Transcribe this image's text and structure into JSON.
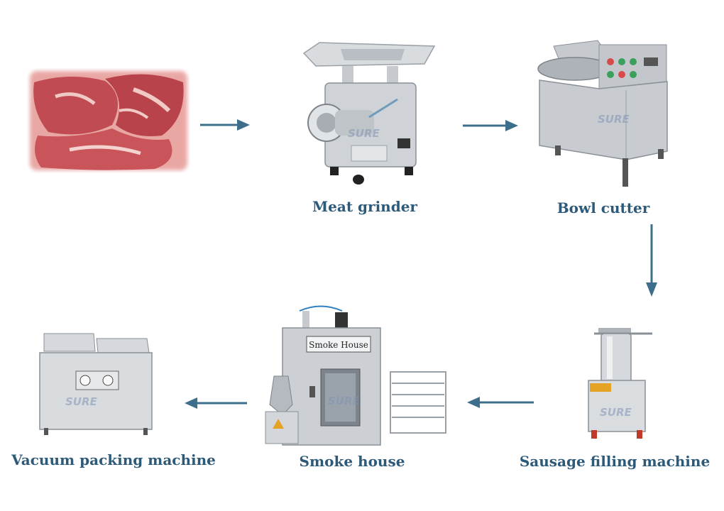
{
  "colors": {
    "label": "#2d5a78",
    "arrow": "#3d6e8c",
    "steel_light": "#dfe2e5",
    "steel_mid": "#b9bec4",
    "steel_dark": "#8a9097",
    "meat": "#c9545a",
    "meat_fat": "#f1c9c5"
  },
  "steps": [
    {
      "id": "raw-meat",
      "label": "",
      "icon": "raw-meat-image"
    },
    {
      "id": "meat-grinder",
      "label": "Meat grinder",
      "icon": "meat-grinder-icon",
      "watermark": "SURE"
    },
    {
      "id": "bowl-cutter",
      "label": "Bowl cutter",
      "icon": "bowl-cutter-icon",
      "watermark": "SURE"
    },
    {
      "id": "sausage-filling-machine",
      "label": "Sausage filling machine",
      "icon": "sausage-filler-icon",
      "watermark": "SURE"
    },
    {
      "id": "smoke-house",
      "label": "Smoke house",
      "icon": "smoke-house-icon",
      "sign": "Smoke  House",
      "watermark": "SURE"
    },
    {
      "id": "vacuum-packing-machine",
      "label": "Vacuum packing machine",
      "icon": "vacuum-packer-icon",
      "watermark": "SURE"
    }
  ],
  "edges": [
    {
      "from": "raw-meat",
      "to": "meat-grinder",
      "direction": "right"
    },
    {
      "from": "meat-grinder",
      "to": "bowl-cutter",
      "direction": "right"
    },
    {
      "from": "bowl-cutter",
      "to": "sausage-filling-machine",
      "direction": "down"
    },
    {
      "from": "sausage-filling-machine",
      "to": "smoke-house",
      "direction": "left"
    },
    {
      "from": "smoke-house",
      "to": "vacuum-packing-machine",
      "direction": "left"
    }
  ]
}
